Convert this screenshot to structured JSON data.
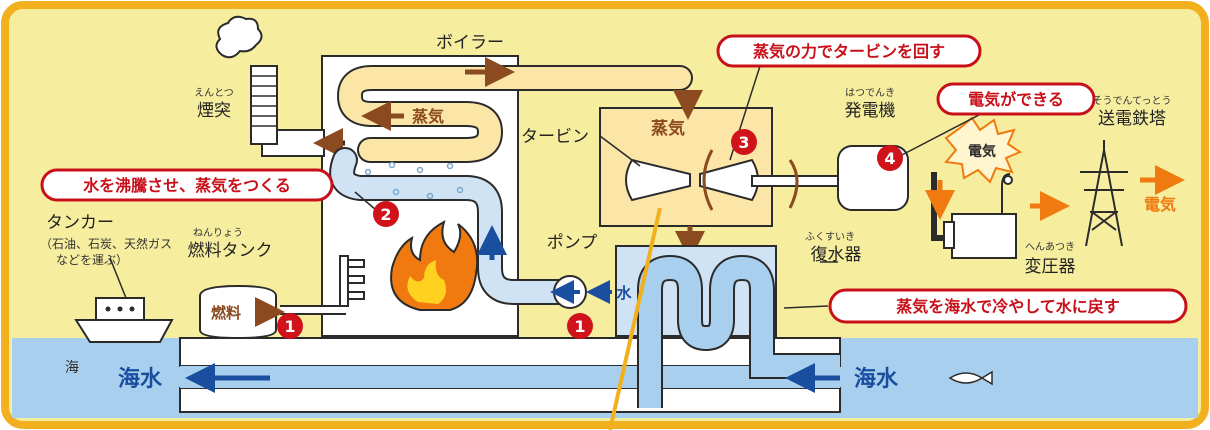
{
  "labels": {
    "boiler": "ボイラー",
    "chimney_ruby": "えんとつ",
    "chimney": "煙突",
    "steam_boiler": "蒸気",
    "turbine": "タービン",
    "steam_turbine": "蒸気",
    "generator_ruby": "はつでんき",
    "generator": "発電機",
    "tower_ruby": "そうでんてっとう",
    "tower": "送電鉄塔",
    "electricity_burst": "電気",
    "electricity_out": "電気",
    "tanker": "タンカー",
    "tanker_note1": "（石油、石炭、天然ガス",
    "tanker_note2": "などを運ぶ）",
    "fuel_tank_ruby": "ねんりょう",
    "fuel_tank": "燃料タンク",
    "fuel": "燃料",
    "pump": "ポンプ",
    "water": "水",
    "condenser_ruby": "ふくすいき",
    "condenser": "復水器",
    "transformer_ruby": "へんあつき",
    "transformer": "変圧器",
    "sea": "海",
    "seawater_left": "海水",
    "seawater_right": "海水"
  },
  "callouts": {
    "turbine_spin": "蒸気の力でタービンを回す",
    "electricity_made": "電気ができる",
    "boil_water": "水を沸騰させ、蒸気をつくる",
    "cool_steam": "蒸気を海水で冷やして水に戻す"
  },
  "steps": {
    "fuel_step": "1",
    "pump_step": "1",
    "boil_step": "2",
    "turbine_step": "3",
    "generator_step": "4"
  },
  "colors": {
    "frame": "#f2b01e",
    "background": "#f6ee9e",
    "steam_pipe": "#fbe6a8",
    "water_pipe": "#cfe3f4",
    "sea": "#a9cfee",
    "callout_border": "#c8101a",
    "step_badge": "#d0121b",
    "arrow_brown": "#8b4a1f",
    "arrow_blue": "#1a4fa0",
    "arrow_orange": "#f07a10"
  }
}
